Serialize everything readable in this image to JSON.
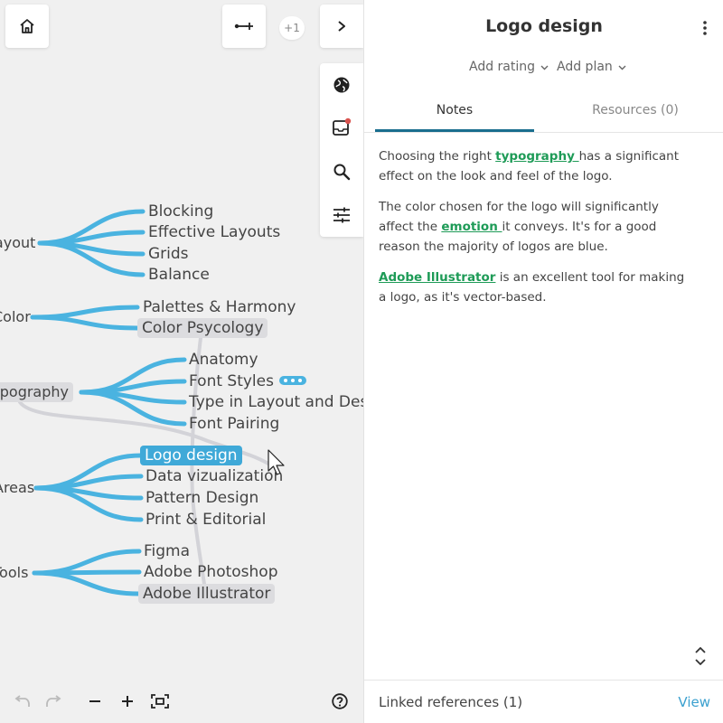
{
  "canvas": {
    "nodes": {
      "layout": "Layout",
      "blocking": "Blocking",
      "effective_layouts": "Effective Layouts",
      "grids": "Grids",
      "balance": "Balance",
      "color": "Color",
      "palettes": "Palettes & Harmony",
      "color_psycology": "Color Psycology",
      "typography": "Typography",
      "anatomy": "Anatomy",
      "font_styles": "Font Styles",
      "type_in_layout": "Type in Layout and Design",
      "font_pairing": "Font Pairing",
      "areas": "Areas",
      "logo_design": "Logo design",
      "data_viz": "Data vizualization",
      "pattern_design": "Pattern Design",
      "print_editorial": "Print & Editorial",
      "tools": "Tools",
      "figma": "Figma",
      "photoshop": "Adobe Photoshop",
      "illustrator": "Adobe Illustrator"
    },
    "colors": {
      "branch": "#4ab3e0",
      "link": "#d3d3d8",
      "selected": "#3fa9d8"
    }
  },
  "toolbar": {
    "home_icon": "home-icon",
    "collapse_icon": "connect-icon",
    "extra_count": "+1",
    "next_icon": "chevron-right-icon"
  },
  "side_tools": [
    "globe-icon",
    "inbox-icon",
    "search-icon",
    "sliders-icon"
  ],
  "bottom_tools": [
    "undo-icon",
    "redo-icon",
    "zoom-out-icon",
    "zoom-in-icon",
    "fit-screen-icon",
    "help-icon"
  ],
  "panel": {
    "title": "Logo design",
    "add_rating": "Add rating",
    "add_plan": "Add plan",
    "tabs": {
      "notes": "Notes",
      "resources": "Resources (0)"
    },
    "notes": {
      "p1_pre": "Choosing the right ",
      "p1_link": "typography ",
      "p1_post": "has a significant effect on the look and feel of the logo.",
      "p2_pre": "The color chosen for the logo will significantly affect the ",
      "p2_link": "emotion ",
      "p2_post": "it conveys. It's for a good reason the majority of logos are blue.",
      "p3_link": "Adobe Illustrator",
      "p3_post": " is an excellent tool for making a logo, as it's vector-based."
    },
    "linked_references": "Linked references (1)",
    "view": "View"
  }
}
